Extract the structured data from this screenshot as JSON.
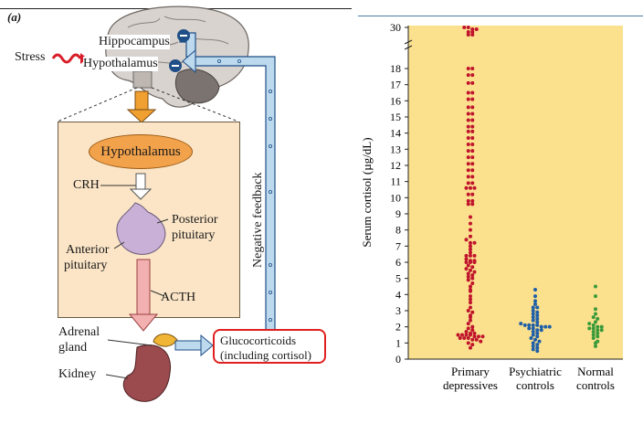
{
  "diagram": {
    "panel_label": "(a)",
    "labels": {
      "stress": "Stress",
      "hippocampus": "Hippocampus",
      "hypothalamus_top": "Hypothalamus",
      "hypothalamus_box": "Hypothalamus",
      "crh": "CRH",
      "posterior_pituitary": [
        "Posterior",
        "pituitary"
      ],
      "anterior_pituitary": [
        "Anterior",
        "pituitary"
      ],
      "acth": "ACTH",
      "adrenal_gland": [
        "Adrenal",
        "gland"
      ],
      "kidney": "Kidney",
      "negative_feedback": "Negative feedback",
      "glucocorticoids": [
        "Glucocorticoids",
        "(including cortisol)"
      ]
    },
    "colors": {
      "feedback_arrow": "#bcd9ee",
      "box_fill": "#fbe5c6",
      "hypothalamus_fill": "#f2a24b",
      "outcome_border": "#e02020",
      "acth_arrow": "#f3b0b0"
    }
  },
  "chart_data": {
    "type": "scatter",
    "ylabel": "Serum cortisol (µg/dL)",
    "yticks": [
      0,
      1,
      2,
      3,
      4,
      5,
      6,
      7,
      8,
      9,
      10,
      11,
      12,
      13,
      14,
      15,
      16,
      17,
      18,
      30
    ],
    "y_break": [
      18.5,
      29.5
    ],
    "ylim": [
      0,
      30
    ],
    "categories": [
      "Primary depressives",
      "Psychiatric controls",
      "Normal controls"
    ],
    "category_labels": [
      [
        "Primary",
        "depressives"
      ],
      [
        "Psychiatric",
        "controls"
      ],
      [
        "Normal",
        "controls"
      ]
    ],
    "background": "#fbe08e",
    "series": [
      {
        "category": "Primary depressives",
        "color": "#c0142c",
        "values": [
          30,
          30,
          29.8,
          29.8,
          29.5,
          29.5,
          29.2,
          29.2,
          18,
          18,
          17.6,
          17.6,
          17.1,
          17.1,
          16.5,
          16.5,
          16.1,
          16.1,
          15.6,
          15.6,
          15.2,
          15.2,
          14.8,
          14.8,
          14.4,
          14.4,
          14.1,
          14.1,
          13.7,
          13.7,
          13.3,
          13.3,
          12.9,
          12.9,
          12.5,
          12.5,
          12.1,
          12.1,
          11.7,
          11.7,
          11.3,
          11.3,
          10.9,
          10.9,
          10.6,
          10.6,
          10.6,
          10.2,
          10.2,
          9.8,
          9.8,
          9.6,
          9.6,
          8.8,
          8.4,
          8.0,
          7.6,
          7.4,
          7.2,
          7.2,
          7.0,
          6.8,
          6.6,
          6.4,
          6.4,
          6.4,
          6.2,
          6.1,
          6.1,
          6.0,
          6.0,
          6.0,
          5.8,
          5.7,
          5.6,
          5.5,
          5.4,
          5.3,
          5.2,
          5.1,
          5.0,
          4.9,
          4.7,
          4.5,
          4.3,
          4.2,
          3.9,
          3.7,
          3.5,
          3.2,
          3.0,
          2.9,
          2.7,
          2.6,
          2.4,
          2.2,
          2.0,
          1.9,
          1.8,
          1.7,
          1.6,
          1.6,
          1.5,
          1.5,
          1.5,
          1.5,
          1.4,
          1.4,
          1.4,
          1.3,
          1.3,
          1.3,
          1.2,
          1.2,
          1.1,
          1.0,
          0.9,
          0.7
        ]
      },
      {
        "category": "Psychiatric controls",
        "color": "#1f5fa8",
        "values": [
          4.3,
          3.9,
          3.6,
          3.4,
          3.2,
          3.2,
          3.0,
          2.9,
          2.8,
          2.7,
          2.6,
          2.5,
          2.4,
          2.3,
          2.2,
          2.1,
          2.1,
          2.1,
          2.1,
          2.0,
          2.0,
          2.0,
          1.9,
          1.9,
          1.8,
          1.8,
          1.7,
          1.6,
          1.5,
          1.4,
          1.3,
          1.2,
          1.1,
          1.0,
          0.9,
          0.8,
          0.7,
          0.6,
          0.5
        ]
      },
      {
        "category": "Normal controls",
        "color": "#3a9a3a",
        "values": [
          4.5,
          3.9,
          3.1,
          2.8,
          2.6,
          2.5,
          2.3,
          2.2,
          2.1,
          2.0,
          2.0,
          1.9,
          1.9,
          1.8,
          1.8,
          1.7,
          1.6,
          1.5,
          1.4,
          1.3,
          1.1,
          1.0,
          0.8
        ]
      }
    ]
  }
}
